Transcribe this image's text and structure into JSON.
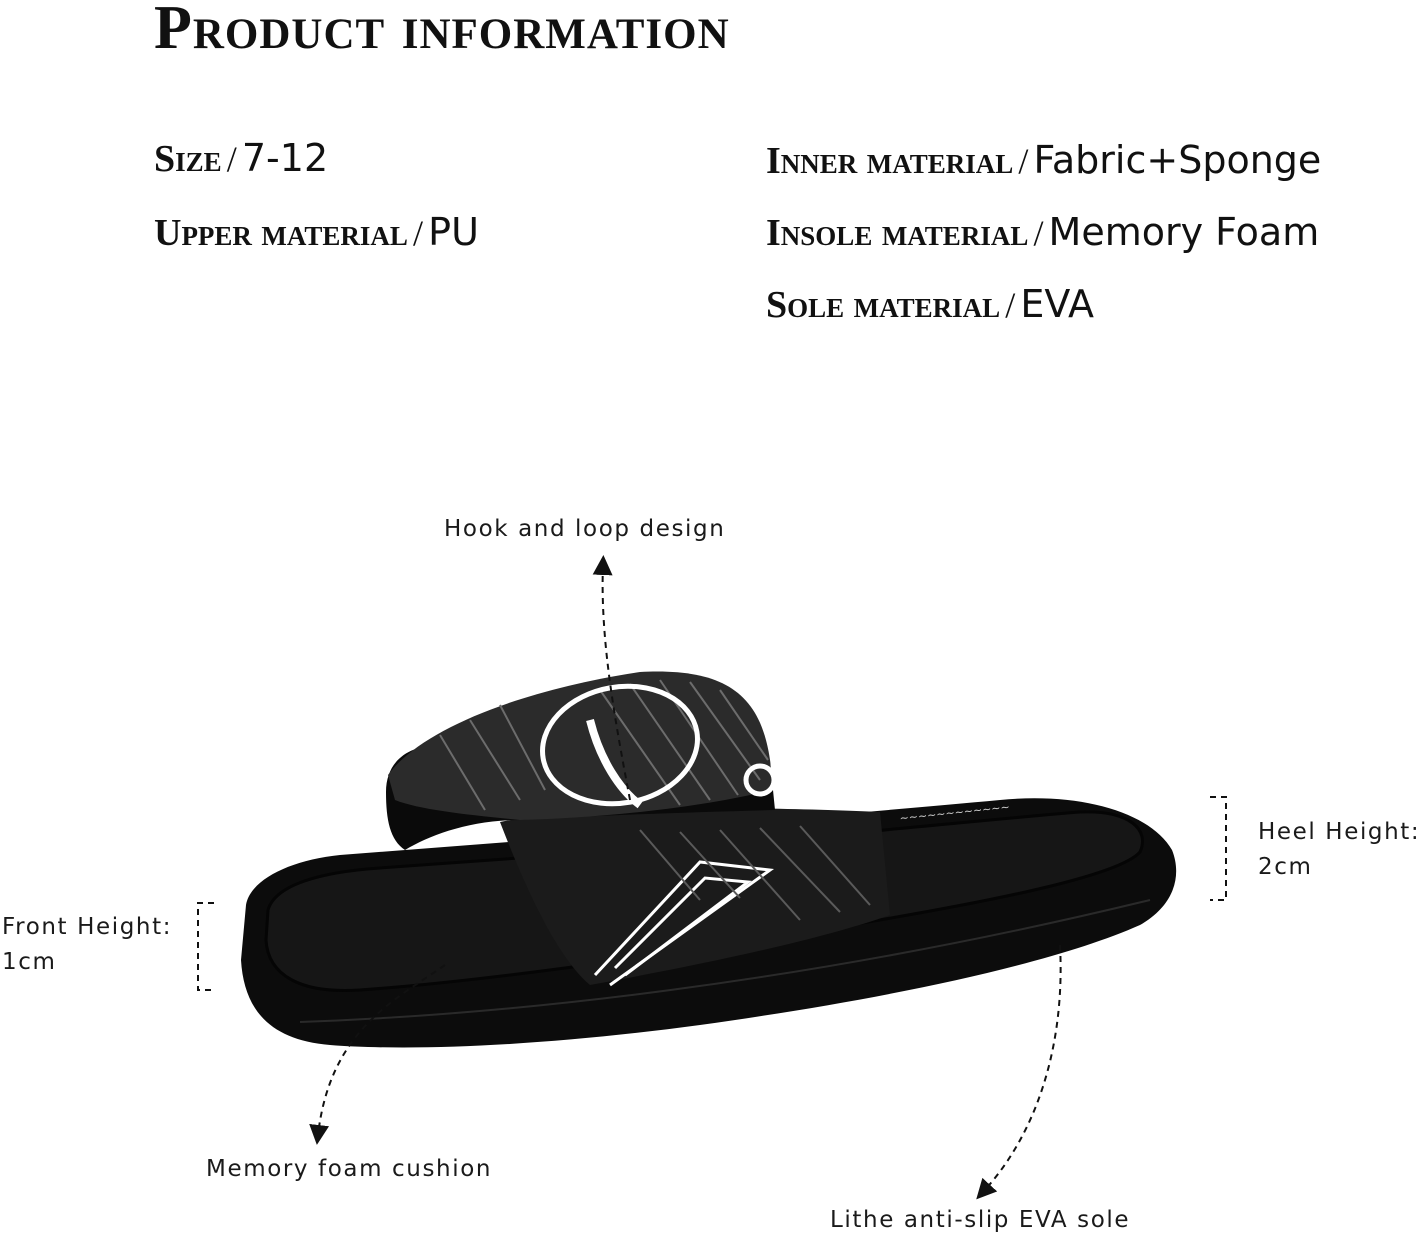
{
  "title": "Product information",
  "specs": {
    "size": {
      "label": "Size",
      "value": "7-12"
    },
    "upper": {
      "label": "Upper material",
      "value": "PU"
    },
    "inner": {
      "label": "Inner material",
      "value": "Fabric+Sponge"
    },
    "insole": {
      "label": "Insole material",
      "value": "Memory Foam"
    },
    "sole": {
      "label": "Sole material",
      "value": "EVA"
    },
    "separator": "/"
  },
  "callouts": {
    "hook": "Hook and loop design",
    "heel_label": "Heel Height:",
    "heel_value": "2cm",
    "front_label": "Front Height:",
    "front_value": "1cm",
    "cushion": "Memory foam cushion",
    "sole": "Lithe anti-slip EVA sole"
  },
  "colors": {
    "sandal": "#0d0d0d",
    "strap_print": "#ffffff",
    "text": "#111111"
  }
}
